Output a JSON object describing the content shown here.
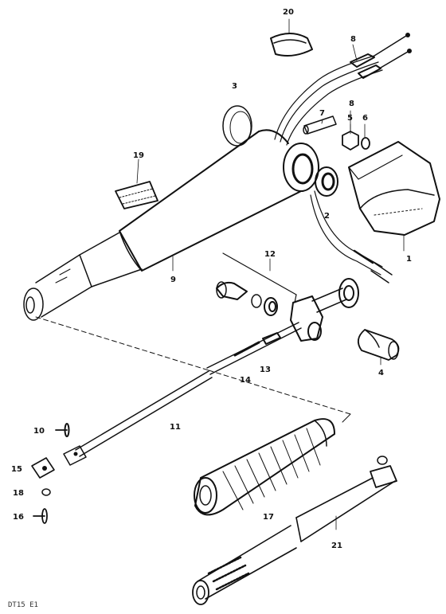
{
  "diagram": {
    "code": "DT15    E1",
    "labels": {
      "p1": "1",
      "p2": "2",
      "p3": "3",
      "p4": "4",
      "p5": "5",
      "p6": "6",
      "p7": "7",
      "p8a": "8",
      "p8b": "8",
      "p9": "9",
      "p10": "10",
      "p11": "11",
      "p12": "12",
      "p13": "13",
      "p14": "14",
      "p15": "15",
      "p16": "16",
      "p17": "17",
      "p18": "18",
      "p19": "19",
      "p20": "20",
      "p21": "21"
    }
  }
}
